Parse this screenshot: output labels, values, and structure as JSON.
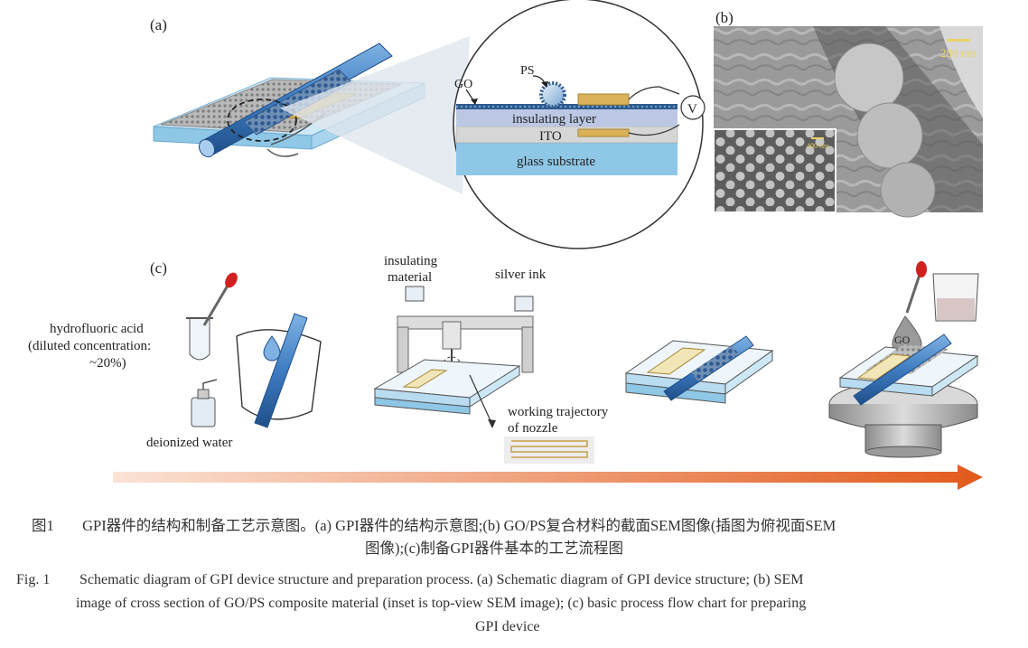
{
  "figure": {
    "panel_a": {
      "tag": "(a)",
      "labels": {
        "go": "GO",
        "ps": "PS",
        "insulating_layer": "insulating layer",
        "ito": "ITO",
        "glass_substrate": "glass substrate",
        "voltmeter": "V"
      }
    },
    "panel_b": {
      "tag": "(b)",
      "scale_bar_main": "200 nm",
      "scale_bar_inset": "400 nm"
    },
    "panel_c": {
      "tag": "(c)",
      "hydrofluoric_acid": [
        "hydrofluoric acid",
        "(diluted concentration:",
        "~20%)"
      ],
      "deionized_water": "deionized water",
      "insulating_material": [
        "insulating",
        "material"
      ],
      "silver_ink": "silver ink",
      "working_trajectory": [
        "working trajectory",
        "of nozzle"
      ],
      "go": "GO"
    },
    "colors": {
      "glass_blue": "#8fc7e6",
      "fiber_blue": "#4a88c7",
      "electrode_gold": "#d9b25a",
      "arrow_start": "#fbe3d6",
      "arrow_end": "#e25a1c"
    }
  },
  "caption": {
    "cn_label": "图1",
    "cn_line1": "GPI器件的结构和制备工艺示意图。(a) GPI器件的结构示意图;(b) GO/PS复合材料的截面SEM图像(插图为俯视面SEM",
    "cn_line2": "图像);(c)制备GPI器件基本的工艺流程图",
    "en_label": "Fig. 1",
    "en_line1": "Schematic diagram of GPI device structure and preparation process. (a) Schematic diagram of GPI device structure; (b) SEM",
    "en_line2": "image of cross section of GO/PS composite material (inset is top-view SEM image); (c) basic process flow chart for preparing",
    "en_line3": "GPI device"
  }
}
